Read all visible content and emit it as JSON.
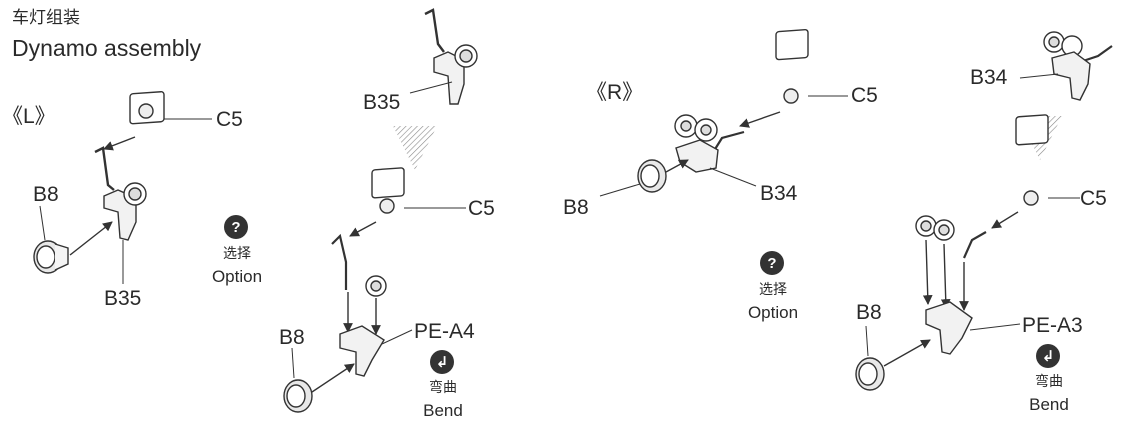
{
  "header": {
    "title_cn": "车灯组装",
    "title_en": "Dynamo assembly"
  },
  "left": {
    "side_label": "《L》",
    "parts": {
      "c5": "C5",
      "b8": "B8",
      "b35": "B35"
    },
    "option": {
      "icon": "question-icon",
      "symbol": "?",
      "cn": "选择",
      "en": "Option"
    },
    "alt": {
      "parts": {
        "b35": "B35",
        "c5": "C5",
        "b8": "B8",
        "pe": "PE-A4"
      },
      "bend": {
        "icon": "bend-arrow-icon",
        "cn": "弯曲",
        "en": "Bend"
      }
    }
  },
  "right": {
    "side_label": "《R》",
    "parts": {
      "c5": "C5",
      "b8": "B8",
      "b34": "B34"
    },
    "option": {
      "icon": "question-icon",
      "symbol": "?",
      "cn": "选择",
      "en": "Option"
    },
    "alt": {
      "parts": {
        "b34": "B34",
        "c5": "C5",
        "b8": "B8",
        "pe": "PE-A3"
      },
      "bend": {
        "icon": "bend-arrow-icon",
        "cn": "弯曲",
        "en": "Bend"
      }
    }
  }
}
